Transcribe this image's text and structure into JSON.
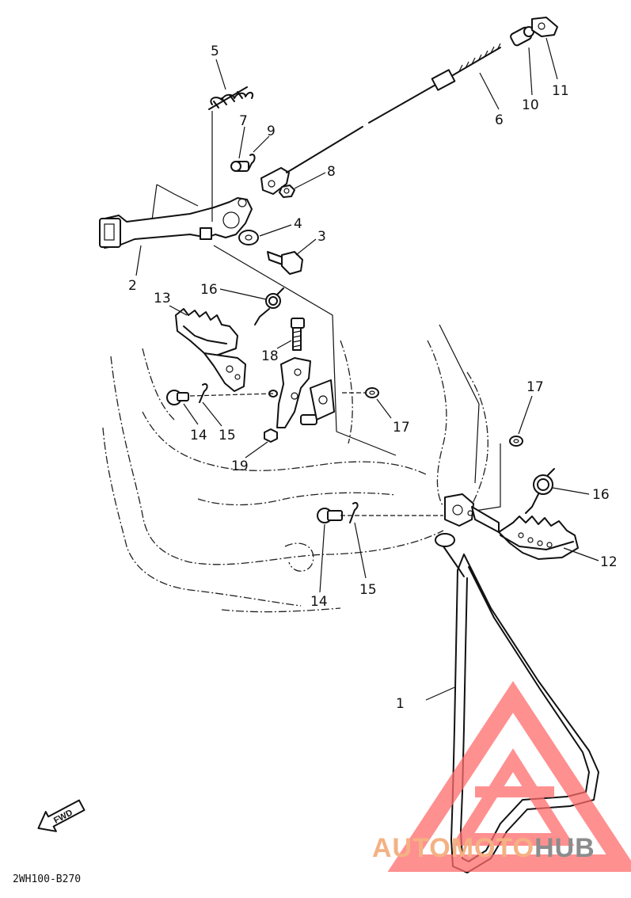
{
  "callouts": [
    {
      "id": "1",
      "label": "1"
    },
    {
      "id": "2",
      "label": "2"
    },
    {
      "id": "3",
      "label": "3"
    },
    {
      "id": "4",
      "label": "4"
    },
    {
      "id": "5",
      "label": "5"
    },
    {
      "id": "6",
      "label": "6"
    },
    {
      "id": "7",
      "label": "7"
    },
    {
      "id": "8",
      "label": "8"
    },
    {
      "id": "9",
      "label": "9"
    },
    {
      "id": "10",
      "label": "10"
    },
    {
      "id": "11",
      "label": "11"
    },
    {
      "id": "12",
      "label": "12"
    },
    {
      "id": "13",
      "label": "13"
    },
    {
      "id": "14a",
      "label": "14"
    },
    {
      "id": "14b",
      "label": "14"
    },
    {
      "id": "15a",
      "label": "15"
    },
    {
      "id": "15b",
      "label": "15"
    },
    {
      "id": "16a",
      "label": "16"
    },
    {
      "id": "16b",
      "label": "16"
    },
    {
      "id": "17a",
      "label": "17"
    },
    {
      "id": "17b",
      "label": "17"
    },
    {
      "id": "18",
      "label": "18"
    },
    {
      "id": "19",
      "label": "19"
    }
  ],
  "diagram_code": "2WH100-B270",
  "fwd_badge": "FWD",
  "watermark": {
    "part1": "AUTOMOTO",
    "part2": "HUB",
    "color1": "#f4b183",
    "color2": "#8c8c8c",
    "logo_color": "#ff6b6b"
  }
}
